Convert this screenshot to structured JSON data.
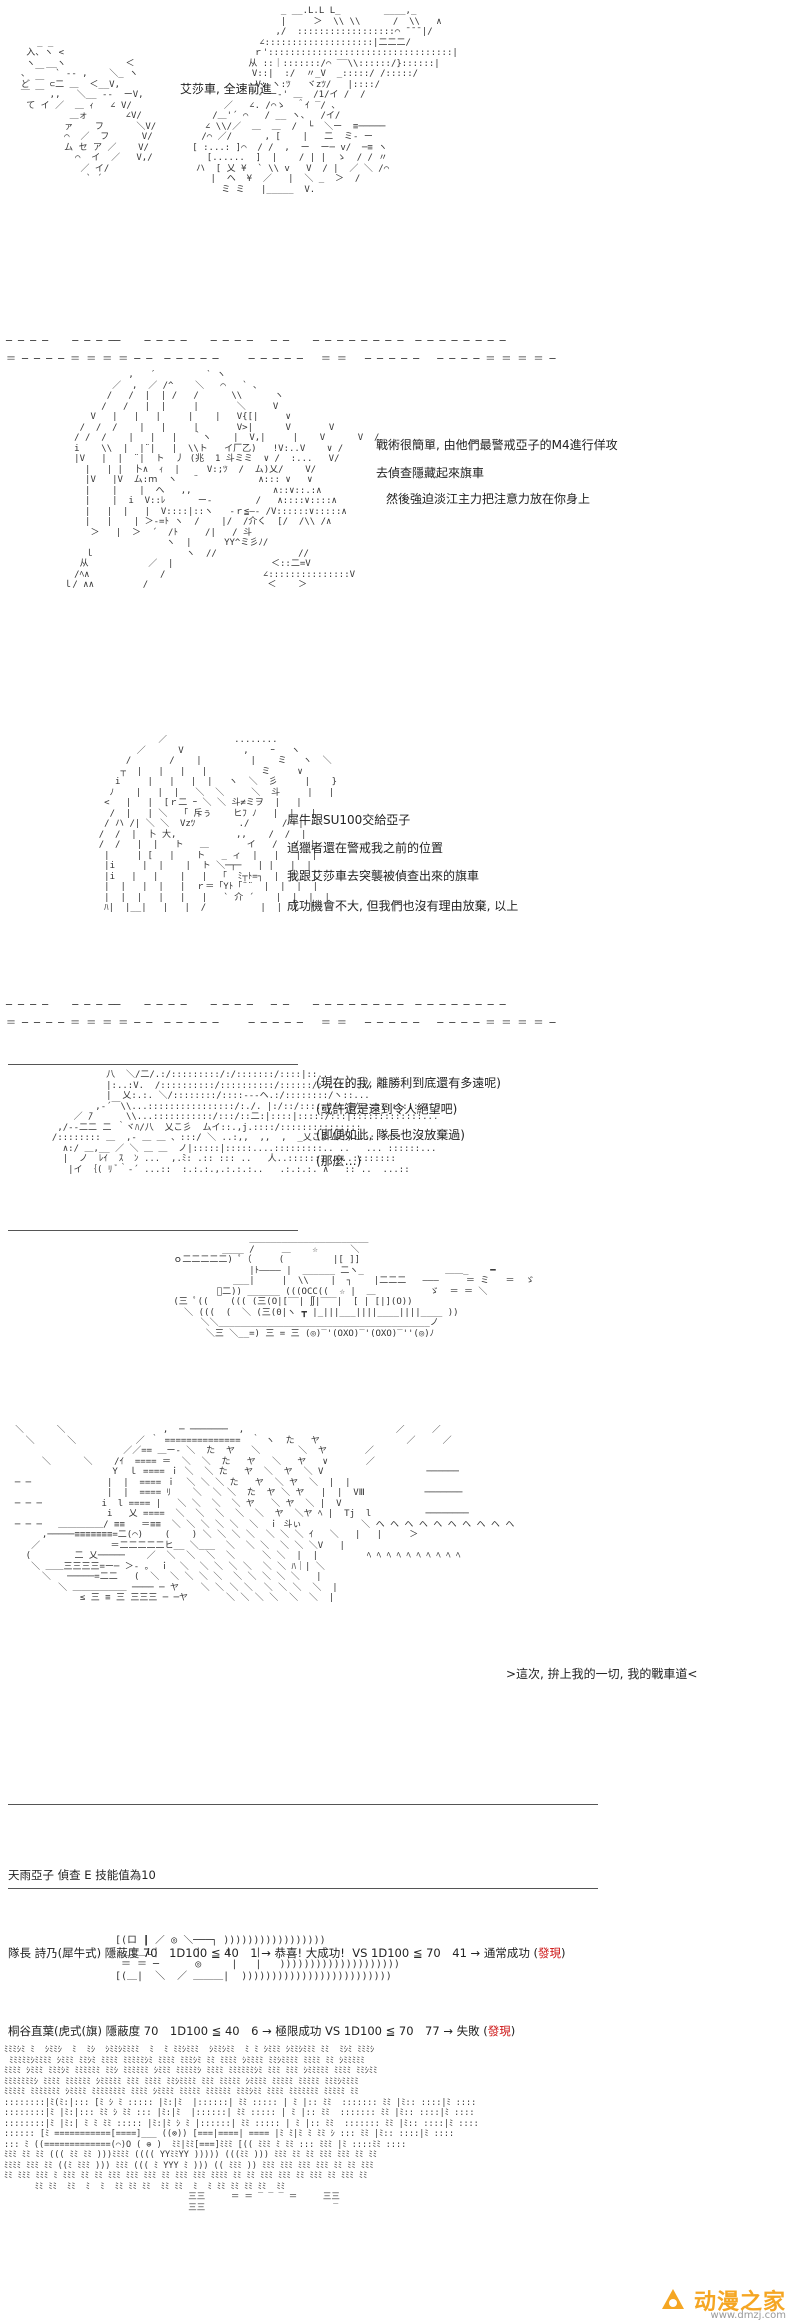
{
  "scene1": {
    "caption": "艾莎車, 全速前進"
  },
  "scene2": {
    "lines": [
      "戰術很簡單, 由他們最警戒亞子的M4進行佯攻",
      "去偵查隱藏起來旗車",
      "然後強迫淡江主力把注意力放在你身上"
    ]
  },
  "scene3": {
    "lines": [
      "犀牛跟SU100交給亞子",
      "追獵者還在警戒我之前的位置",
      "我跟艾莎車去突襲被偵查出來的旗車",
      "成功機會不大, 但我們也沒有理由放棄, 以上"
    ]
  },
  "scene4": {
    "lines": [
      "(現在的我, 離勝利到底還有多遠呢)",
      "(或許還是遠到令人絕望吧)",
      "(即便如此, 隊長也沒放棄過)",
      "(那麼…)"
    ]
  },
  "scene6": {
    "caption": ">這次, 拚上我的一切, 我的戰車道<"
  },
  "rolls": {
    "header": "天雨亞子 偵查 E 技能值為10",
    "line1_main": "隊長 詩乃(犀牛式) 隱蔽度 70　1D100 ≦ 40　1 → 恭喜! 大成功!  VS 1D100 ≦ 70　41 → 通常成功 (",
    "line1_red": "發現",
    "line1_end": ")",
    "line2_main": "桐谷直葉(虎式(旗) 隱蔽度 70　1D100 ≦ 40　6 → 極限成功 VS 1D100 ≦ 70　77 → 失敗 (",
    "line2_red": "發現",
    "line2_end": ")"
  },
  "watermark": {
    "brand": "动漫之家",
    "url": "www.dmzj.com"
  },
  "colors": {
    "accent_red": "#cc1111",
    "brand_orange": "#f5a623"
  }
}
